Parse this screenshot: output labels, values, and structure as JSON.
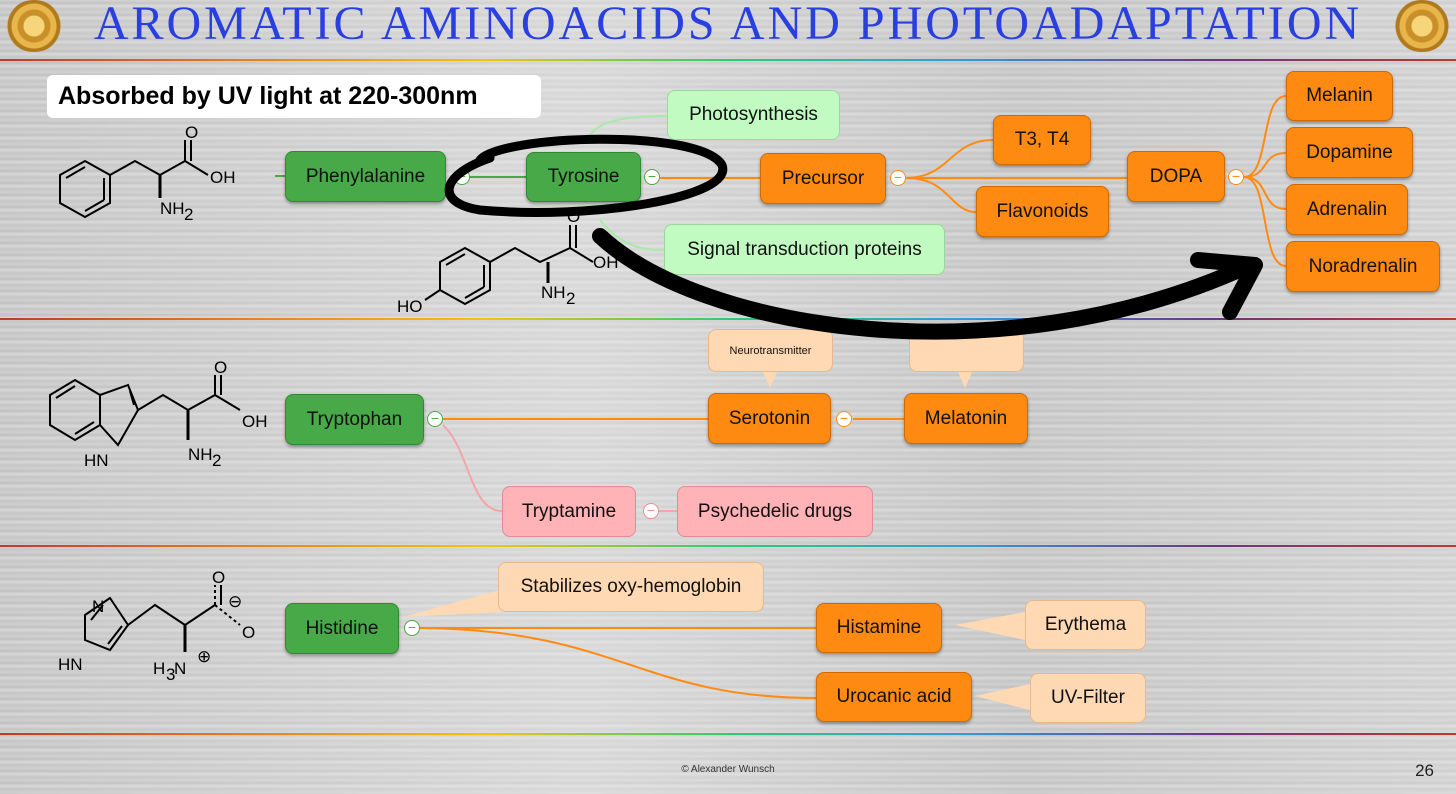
{
  "title": "AROMATIC AMINOACIDS AND PHOTOADAPTATION",
  "callout": "Absorbed by UV light at 220-300nm",
  "nodes": {
    "phenylalanine": "Phenylalanine",
    "tyrosine": "Tyrosine",
    "photosynthesis": "Photosynthesis",
    "signal_transduction": "Signal transduction proteins",
    "precursor": "Precursor",
    "t3t4": "T3, T4",
    "flavonoids": "Flavonoids",
    "dopa": "DOPA",
    "melanin": "Melanin",
    "dopamine": "Dopamine",
    "adrenalin": "Adrenalin",
    "noradrenalin": "Noradrenalin",
    "tryptophan": "Tryptophan",
    "neurotransmitter": "Neurotransmitter",
    "serotonin": "Serotonin",
    "melatonin": "Melatonin",
    "tryptamine": "Tryptamine",
    "psychedelic": "Psychedelic drugs",
    "histidine": "Histidine",
    "oxyhemoglobin": "Stabilizes oxy-hemoglobin",
    "histamine": "Histamine",
    "erythema": "Erythema",
    "urocanic": "Urocanic acid",
    "uvfilter": "UV-Filter"
  },
  "molecules": {
    "o": "O",
    "oh": "OH",
    "nh2_n": "NH",
    "nh2_sub": "2",
    "ho": "HO",
    "hn": "HN",
    "n": "N",
    "h3n_h": "H",
    "h3n_sub": "3",
    "h3n_n": "N",
    "plus": "⊕",
    "minus": "⊖"
  },
  "footer": "© Alexander Wunsch",
  "page_number": "26",
  "colors": {
    "title": "#2a3fe0",
    "green_node": "#47a947",
    "light_green_node": "#c1fbc1",
    "orange_node": "#ff8a12",
    "peach_node": "#ffd9b3",
    "pink_node": "#ffb3b6"
  }
}
